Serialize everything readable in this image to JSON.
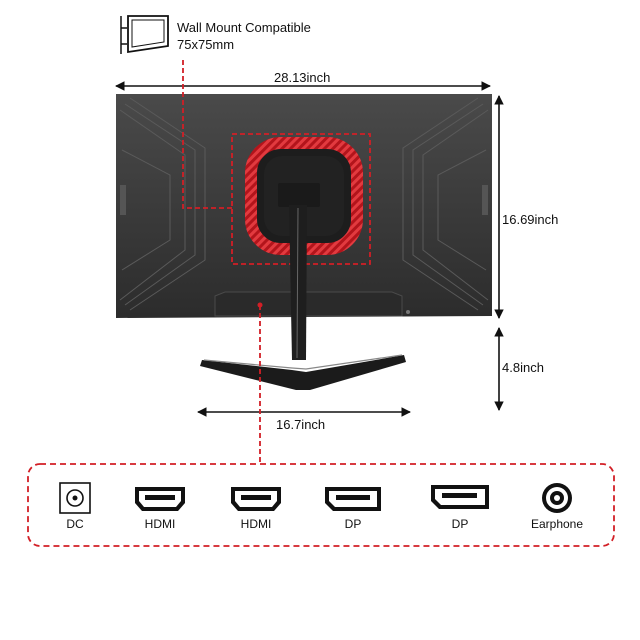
{
  "wall_mount": {
    "title": "Wall Mount Compatible",
    "size": "75x75mm",
    "icon": "wall-mount-icon"
  },
  "dimensions": {
    "width": "28.13inch",
    "height": "16.69inch",
    "stand_height": "4.8inch",
    "base_width": "16.7inch"
  },
  "ports": [
    {
      "label": "DC",
      "icon": "dc-port-icon"
    },
    {
      "label": "HDMI",
      "icon": "hdmi-port-icon"
    },
    {
      "label": "HDMI",
      "icon": "hdmi-port-icon"
    },
    {
      "label": "DP",
      "icon": "displayport-icon"
    },
    {
      "label": "DP",
      "icon": "displayport-icon"
    },
    {
      "label": "Earphone",
      "icon": "earphone-jack-icon"
    }
  ],
  "colors": {
    "accent_red": "#d21f26",
    "monitor_body": "#3a3a3a",
    "dimension_line": "#111111"
  }
}
